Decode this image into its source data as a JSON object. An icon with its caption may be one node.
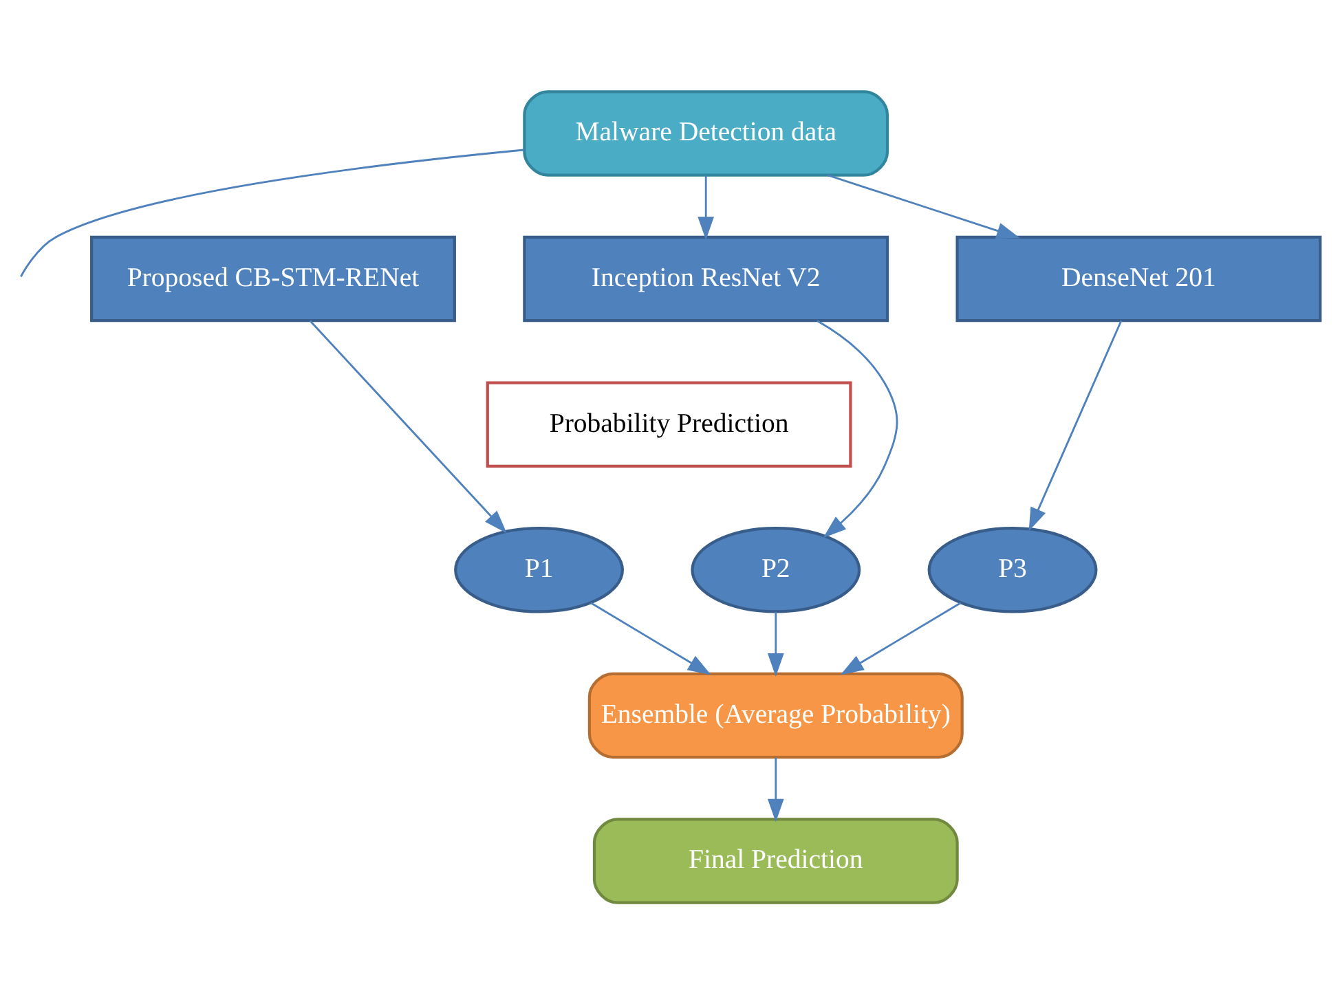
{
  "diagram": {
    "nodes": [
      {
        "text": [
          "Malware Detection data"
        ]
      },
      {
        "text": [
          "Proposed CB-STM-RENet"
        ]
      },
      {
        "text": [
          "Inception ResNet V2"
        ]
      },
      {
        "text": [
          "DenseNet 201"
        ]
      },
      {
        "text": [
          "Probability Prediction"
        ]
      },
      {
        "text": [
          "P1"
        ]
      },
      {
        "text": [
          "P2"
        ]
      },
      {
        "text": [
          "P3"
        ]
      },
      {
        "text": [
          "Ensemble (Average Probability)"
        ]
      },
      {
        "text": [
          "Final Prediction"
        ]
      }
    ],
    "edges": [
      {
        "from": 0,
        "to": null,
        "arrow": "none"
      },
      {
        "from": 0,
        "to": 2,
        "arrow": "to"
      },
      {
        "from": 0,
        "to": 3,
        "arrow": "to"
      },
      {
        "from": 1,
        "to": 5,
        "arrow": "to"
      },
      {
        "from": 2,
        "to": 6,
        "arrow": "to"
      },
      {
        "from": 3,
        "to": 7,
        "arrow": "to"
      },
      {
        "from": 5,
        "to": 8,
        "arrow": "to"
      },
      {
        "from": 6,
        "to": 8,
        "arrow": "to"
      },
      {
        "from": 7,
        "to": 8,
        "arrow": "to"
      },
      {
        "from": 8,
        "to": 9,
        "arrow": "to"
      }
    ]
  }
}
